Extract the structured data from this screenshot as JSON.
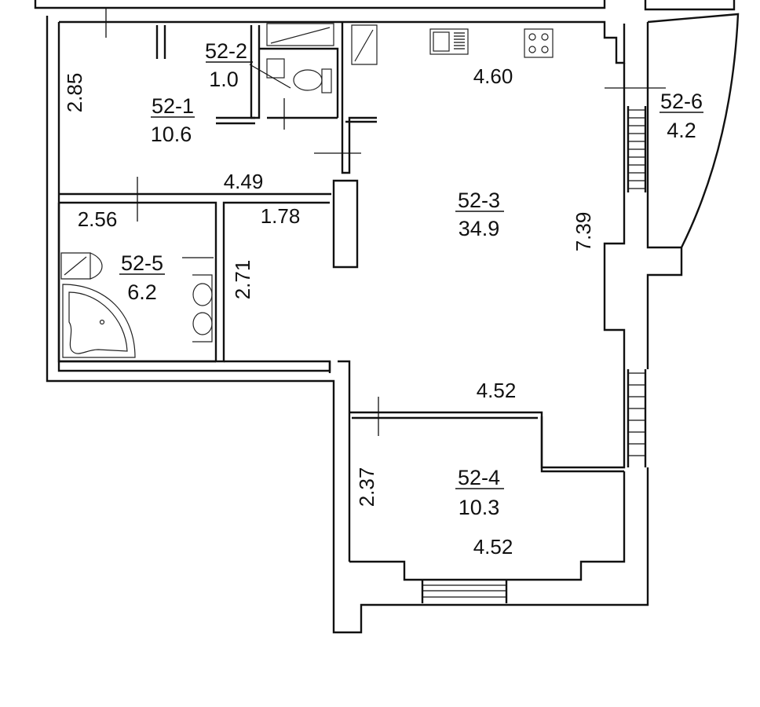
{
  "rooms": [
    {
      "id": "52-1",
      "area": "10.6"
    },
    {
      "id": "52-2",
      "area": "1.0"
    },
    {
      "id": "52-3",
      "area": "34.9"
    },
    {
      "id": "52-4",
      "area": "10.3"
    },
    {
      "id": "52-5",
      "area": "6.2"
    },
    {
      "id": "52-6",
      "area": "4.2"
    }
  ],
  "dimensions": {
    "r1_height": "2.85",
    "r1_width": "4.49",
    "r5_width": "2.56",
    "hall_width": "1.78",
    "hall_height": "2.71",
    "r3_top": "4.60",
    "r3_height": "7.39",
    "r3_bottom": "4.52",
    "r4_height": "2.37",
    "r4_bottom": "4.52"
  }
}
